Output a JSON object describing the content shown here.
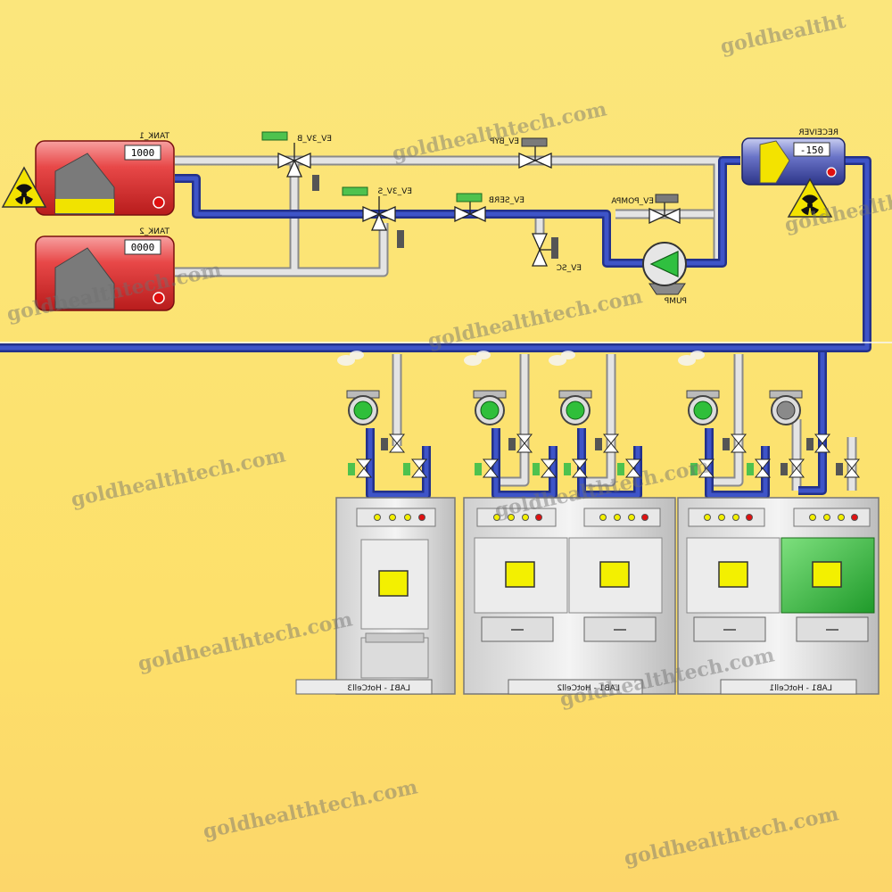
{
  "tanks": [
    {
      "label": "TANK_1",
      "readout": "1000"
    },
    {
      "label": "TANK_2",
      "readout": "0000"
    }
  ],
  "receiver": {
    "label": "RECEIVER",
    "readout": "-150"
  },
  "valves": {
    "ev_3v_b": "EV_3V_B",
    "ev_byp": "EV_BYP",
    "ev_3v_s": "EV_3V_S",
    "ev_serb": "EV_SERB",
    "ev_pompa": "EV_POMPA",
    "ev_sc": "EV_SC"
  },
  "pump": {
    "label": "PUMP"
  },
  "hotcells": [
    {
      "label": "LAB1 - HotCell3"
    },
    {
      "label": "LAB1 - HotCell2"
    },
    {
      "label": "LAB1 - HotCell1"
    }
  ],
  "watermarks": [
    "goldhealtht",
    "goldhealthtech.com"
  ],
  "colors": {
    "background": "#fce372",
    "tank_red": "#e84848",
    "pipe_blue": "#2c3fa8",
    "pipe_grey": "#d6d6d6",
    "status_green": "#2fbf3a",
    "indicator_yellow": "#f3f000"
  }
}
